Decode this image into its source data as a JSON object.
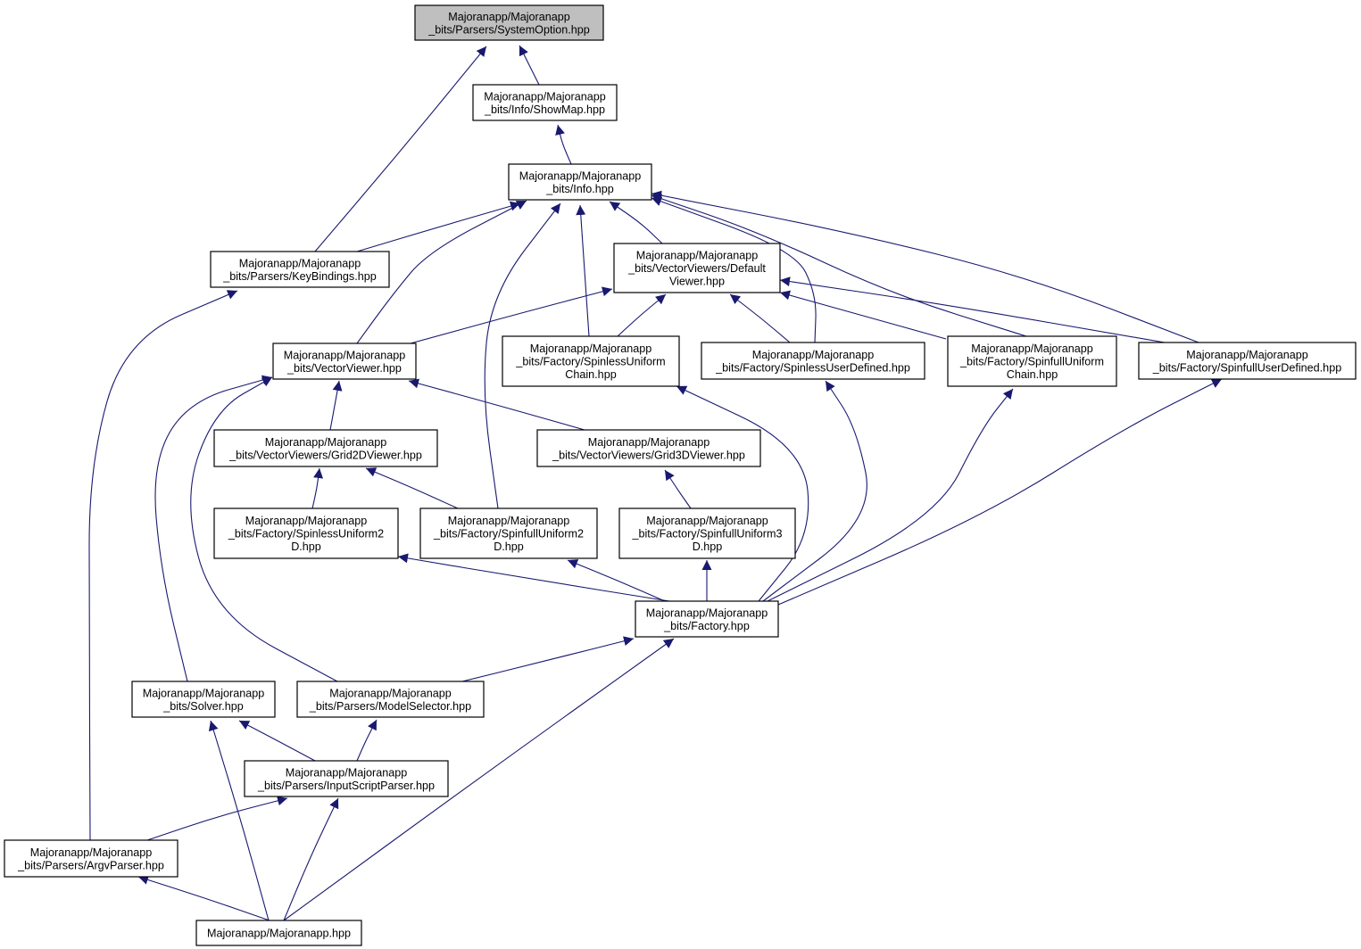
{
  "graph": {
    "nodes": {
      "systemoption": [
        "Majoranapp/Majoranapp",
        "_bits/Parsers/SystemOption.hpp"
      ],
      "showmap": [
        "Majoranapp/Majoranapp",
        "_bits/Info/ShowMap.hpp"
      ],
      "info": [
        "Majoranapp/Majoranapp",
        "_bits/Info.hpp"
      ],
      "keybindings": [
        "Majoranapp/Majoranapp",
        "_bits/Parsers/KeyBindings.hpp"
      ],
      "defaultviewer": [
        "Majoranapp/Majoranapp",
        "_bits/VectorViewers/Default",
        "Viewer.hpp"
      ],
      "vectorviewer": [
        "Majoranapp/Majoranapp",
        "_bits/VectorViewer.hpp"
      ],
      "spinlessuniformchain": [
        "Majoranapp/Majoranapp",
        "_bits/Factory/SpinlessUniform",
        "Chain.hpp"
      ],
      "spinlessuserdefined": [
        "Majoranapp/Majoranapp",
        "_bits/Factory/SpinlessUserDefined.hpp"
      ],
      "spinfulluniformchain": [
        "Majoranapp/Majoranapp",
        "_bits/Factory/SpinfullUniform",
        "Chain.hpp"
      ],
      "spinfulluserdefined": [
        "Majoranapp/Majoranapp",
        "_bits/Factory/SpinfullUserDefined.hpp"
      ],
      "grid2dviewer": [
        "Majoranapp/Majoranapp",
        "_bits/VectorViewers/Grid2DViewer.hpp"
      ],
      "grid3dviewer": [
        "Majoranapp/Majoranapp",
        "_bits/VectorViewers/Grid3DViewer.hpp"
      ],
      "spinlessuniform2d": [
        "Majoranapp/Majoranapp",
        "_bits/Factory/SpinlessUniform2",
        "D.hpp"
      ],
      "spinfulluniform2d": [
        "Majoranapp/Majoranapp",
        "_bits/Factory/SpinfullUniform2",
        "D.hpp"
      ],
      "spinfulluniform3d": [
        "Majoranapp/Majoranapp",
        "_bits/Factory/SpinfullUniform3",
        "D.hpp"
      ],
      "factory": [
        "Majoranapp/Majoranapp",
        "_bits/Factory.hpp"
      ],
      "solver": [
        "Majoranapp/Majoranapp",
        "_bits/Solver.hpp"
      ],
      "modelselector": [
        "Majoranapp/Majoranapp",
        "_bits/Parsers/ModelSelector.hpp"
      ],
      "inputscriptparser": [
        "Majoranapp/Majoranapp",
        "_bits/Parsers/InputScriptParser.hpp"
      ],
      "argvparser": [
        "Majoranapp/Majoranapp",
        "_bits/Parsers/ArgvParser.hpp"
      ],
      "majoranapp": [
        "Majoranapp/Majoranapp.hpp"
      ]
    },
    "highlighted": "systemoption",
    "edges": [
      [
        "showmap",
        "systemoption"
      ],
      [
        "keybindings",
        "systemoption"
      ],
      [
        "info",
        "showmap"
      ],
      [
        "keybindings",
        "info"
      ],
      [
        "vectorviewer",
        "info"
      ],
      [
        "spinfulluniform2d",
        "info"
      ],
      [
        "spinlessuniformchain",
        "info"
      ],
      [
        "defaultviewer",
        "info"
      ],
      [
        "spinlessuserdefined",
        "info"
      ],
      [
        "spinfulluniformchain",
        "info"
      ],
      [
        "spinfulluserdefined",
        "info"
      ],
      [
        "vectorviewer",
        "defaultviewer"
      ],
      [
        "spinlessuniformchain",
        "defaultviewer"
      ],
      [
        "spinlessuserdefined",
        "defaultviewer"
      ],
      [
        "spinfulluniformchain",
        "defaultviewer"
      ],
      [
        "spinfulluserdefined",
        "defaultviewer"
      ],
      [
        "grid2dviewer",
        "vectorviewer"
      ],
      [
        "grid3dviewer",
        "vectorviewer"
      ],
      [
        "solver",
        "vectorviewer"
      ],
      [
        "modelselector",
        "vectorviewer"
      ],
      [
        "spinlessuniform2d",
        "grid2dviewer"
      ],
      [
        "spinfulluniform2d",
        "grid2dviewer"
      ],
      [
        "spinfulluniform3d",
        "grid3dviewer"
      ],
      [
        "factory",
        "spinlessuniform2d"
      ],
      [
        "factory",
        "spinfulluniform2d"
      ],
      [
        "factory",
        "spinfulluniform3d"
      ],
      [
        "factory",
        "spinlessuniformchain"
      ],
      [
        "factory",
        "spinlessuserdefined"
      ],
      [
        "factory",
        "spinfulluniformchain"
      ],
      [
        "factory",
        "spinfulluserdefined"
      ],
      [
        "modelselector",
        "factory"
      ],
      [
        "majoranapp",
        "factory"
      ],
      [
        "inputscriptparser",
        "solver"
      ],
      [
        "majoranapp",
        "solver"
      ],
      [
        "inputscriptparser",
        "modelselector"
      ],
      [
        "argvparser",
        "inputscriptparser"
      ],
      [
        "majoranapp",
        "inputscriptparser"
      ],
      [
        "argvparser",
        "keybindings"
      ],
      [
        "majoranapp",
        "argvparser"
      ]
    ]
  }
}
